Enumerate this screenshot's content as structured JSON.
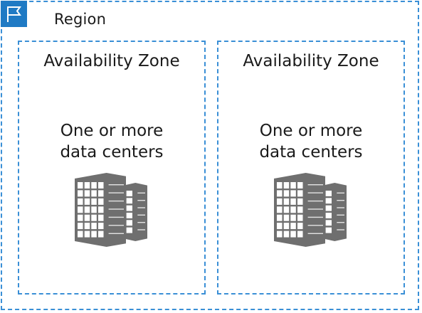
{
  "region": {
    "label": "Region",
    "icon": "flag-icon",
    "border_color": "#3a8fd6",
    "icon_bg_color": "#1f7ac4"
  },
  "zones": [
    {
      "title": "Availability Zone",
      "desc_line1": "One or more",
      "desc_line2": "data centers",
      "icon": "data-center-icon"
    },
    {
      "title": "Availability Zone",
      "desc_line1": "One or more",
      "desc_line2": "data centers",
      "icon": "data-center-icon"
    }
  ],
  "colors": {
    "server_gray": "#6f6f6f",
    "server_window": "#ffffff"
  }
}
